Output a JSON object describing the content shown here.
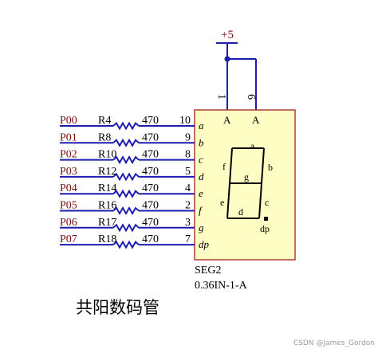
{
  "power": {
    "label": "+5"
  },
  "common_pins": [
    "1",
    "6"
  ],
  "anode_labels": [
    "A",
    "A"
  ],
  "ports": [
    "P00",
    "P01",
    "P02",
    "P03",
    "P04",
    "P05",
    "P06",
    "P07"
  ],
  "resistors": [
    "R4",
    "R8",
    "R10",
    "R12",
    "R14",
    "R16",
    "R17",
    "R18"
  ],
  "resistor_values": [
    "470",
    "470",
    "470",
    "470",
    "470",
    "470",
    "470",
    "470"
  ],
  "pin_numbers": [
    "10",
    "9",
    "8",
    "5",
    "4",
    "2",
    "3",
    "7"
  ],
  "segment_pins": [
    "a",
    "b",
    "c",
    "d",
    "e",
    "f",
    "g",
    "dp"
  ],
  "display_segments": {
    "a": "a",
    "b": "b",
    "c": "c",
    "d": "d",
    "e": "e",
    "f": "f",
    "g": "g",
    "dp": "dp"
  },
  "component": {
    "designator": "SEG2",
    "part": "0.36IN-1-A"
  },
  "caption": "共阳数码管",
  "watermark": "CSDN @James_Gordon",
  "colors": {
    "wire": "#1c1cb0",
    "body_fill": "#fdfdc4",
    "body_stroke": "#a8422e",
    "port_text": "#7a1010",
    "junction": "#1c1cb0"
  }
}
